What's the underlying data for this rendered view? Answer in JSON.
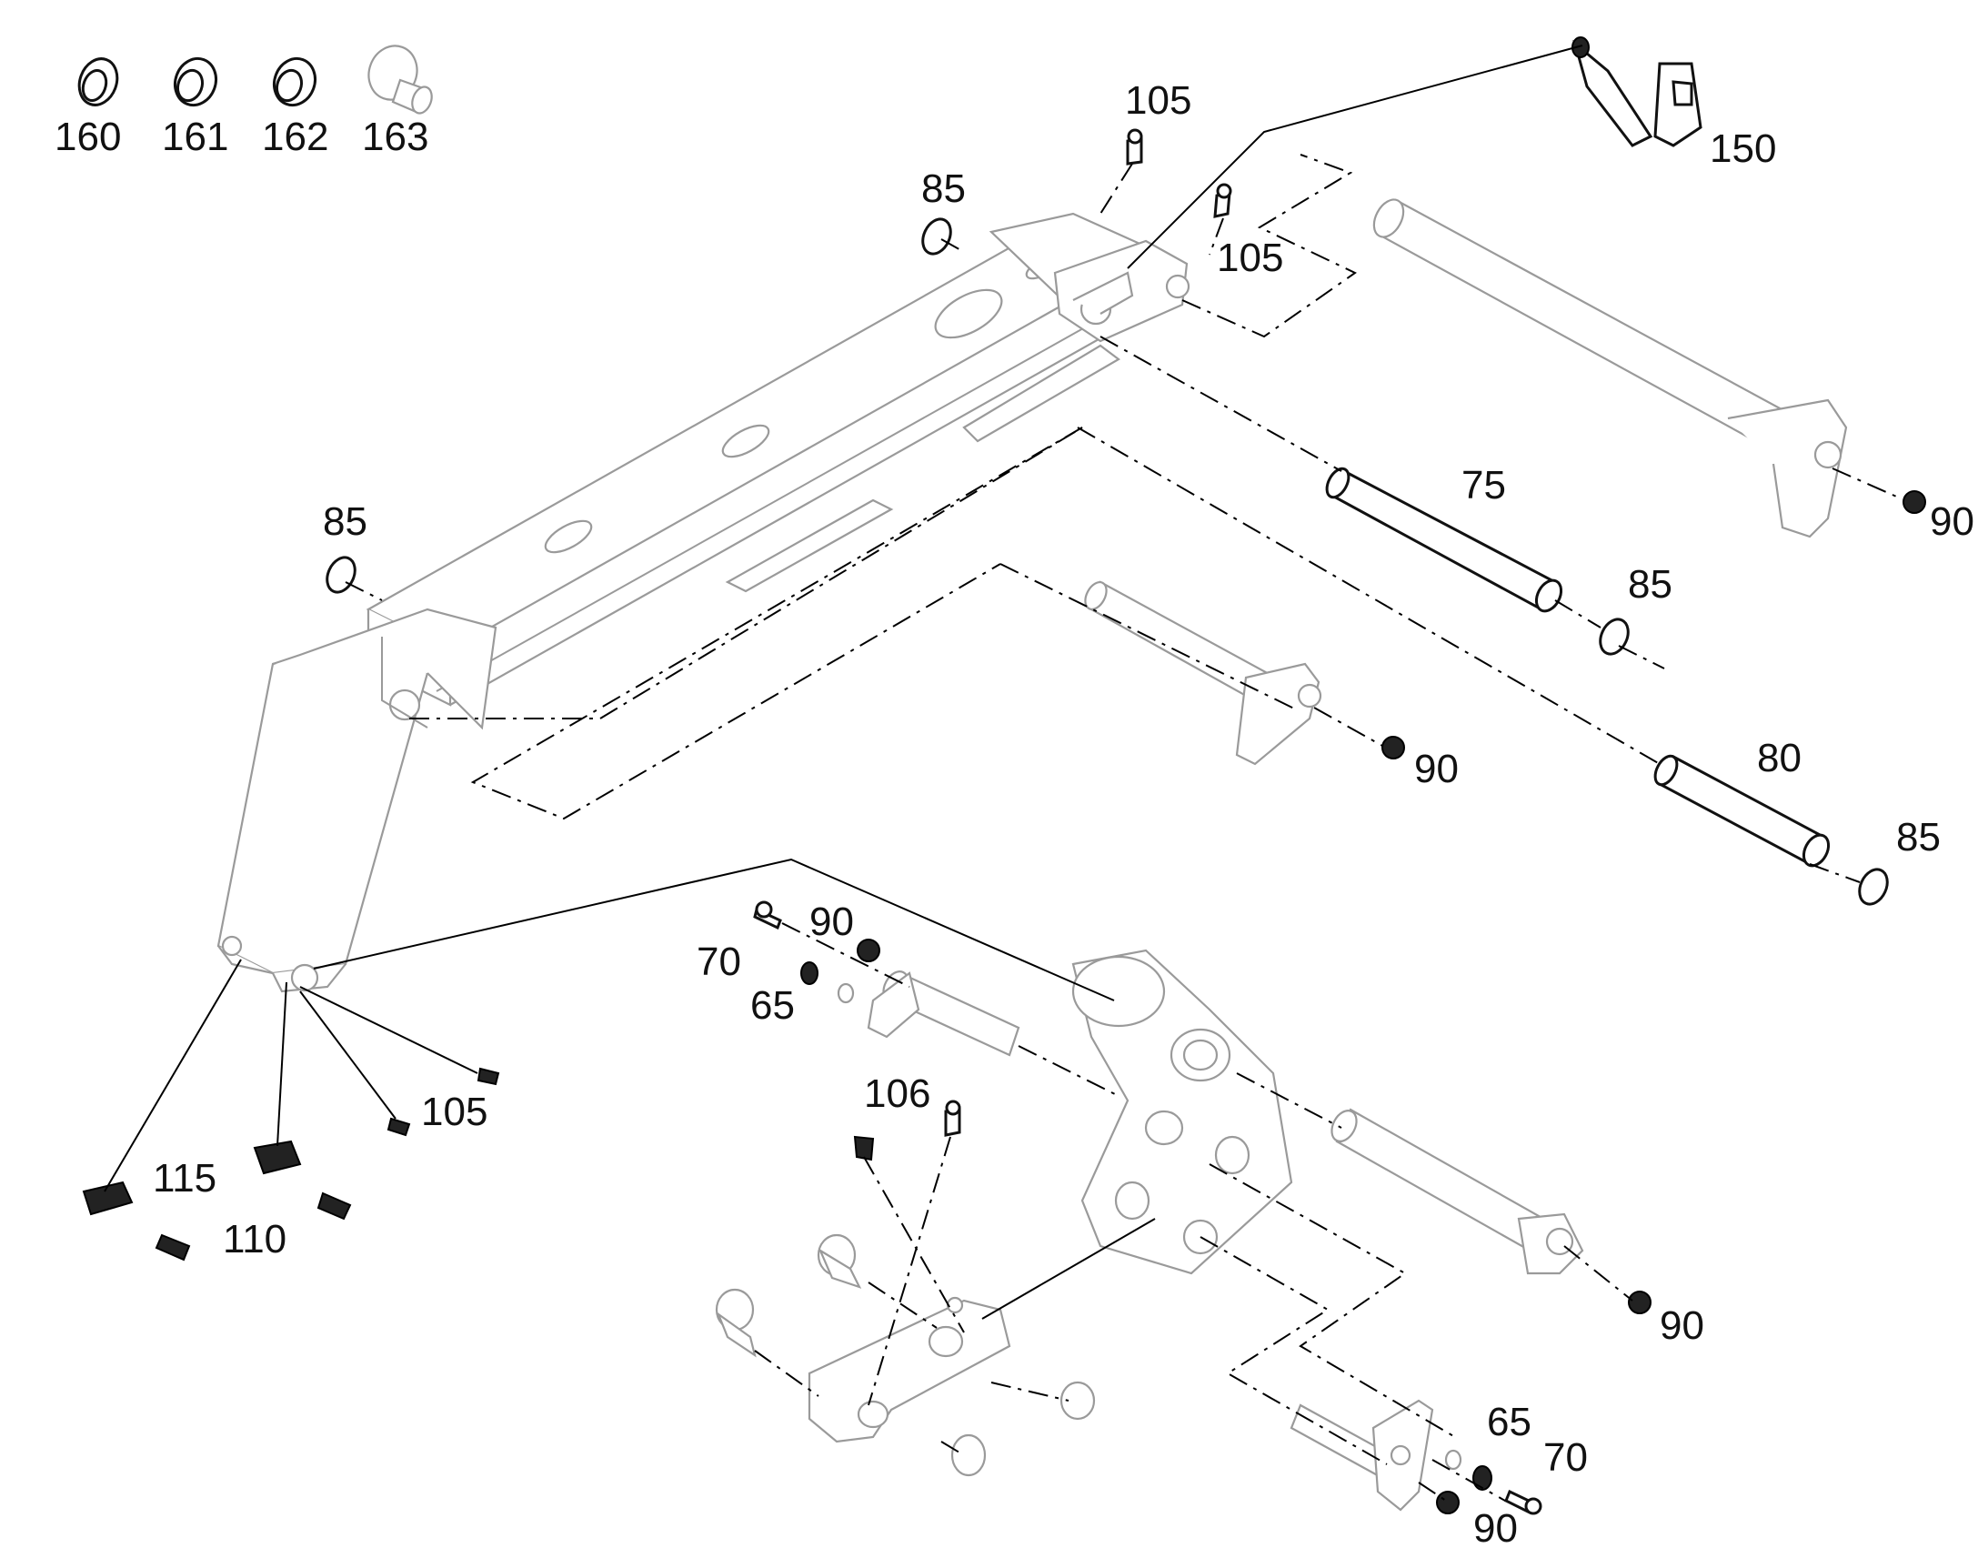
{
  "diagram": {
    "callouts": {
      "c160": "160",
      "c161": "161",
      "c162": "162",
      "c163": "163",
      "c150": "150",
      "c105a": "105",
      "c105b": "105",
      "c105c": "105",
      "c85a": "85",
      "c85b": "85",
      "c85c": "85",
      "c85d": "85",
      "c75": "75",
      "c80": "80",
      "c90a": "90",
      "c90b": "90",
      "c90c": "90",
      "c90d": "90",
      "c90e": "90",
      "c70a": "70",
      "c70b": "70",
      "c65a": "65",
      "c65b": "65",
      "c106": "106",
      "c115": "115",
      "c110": "110"
    }
  }
}
